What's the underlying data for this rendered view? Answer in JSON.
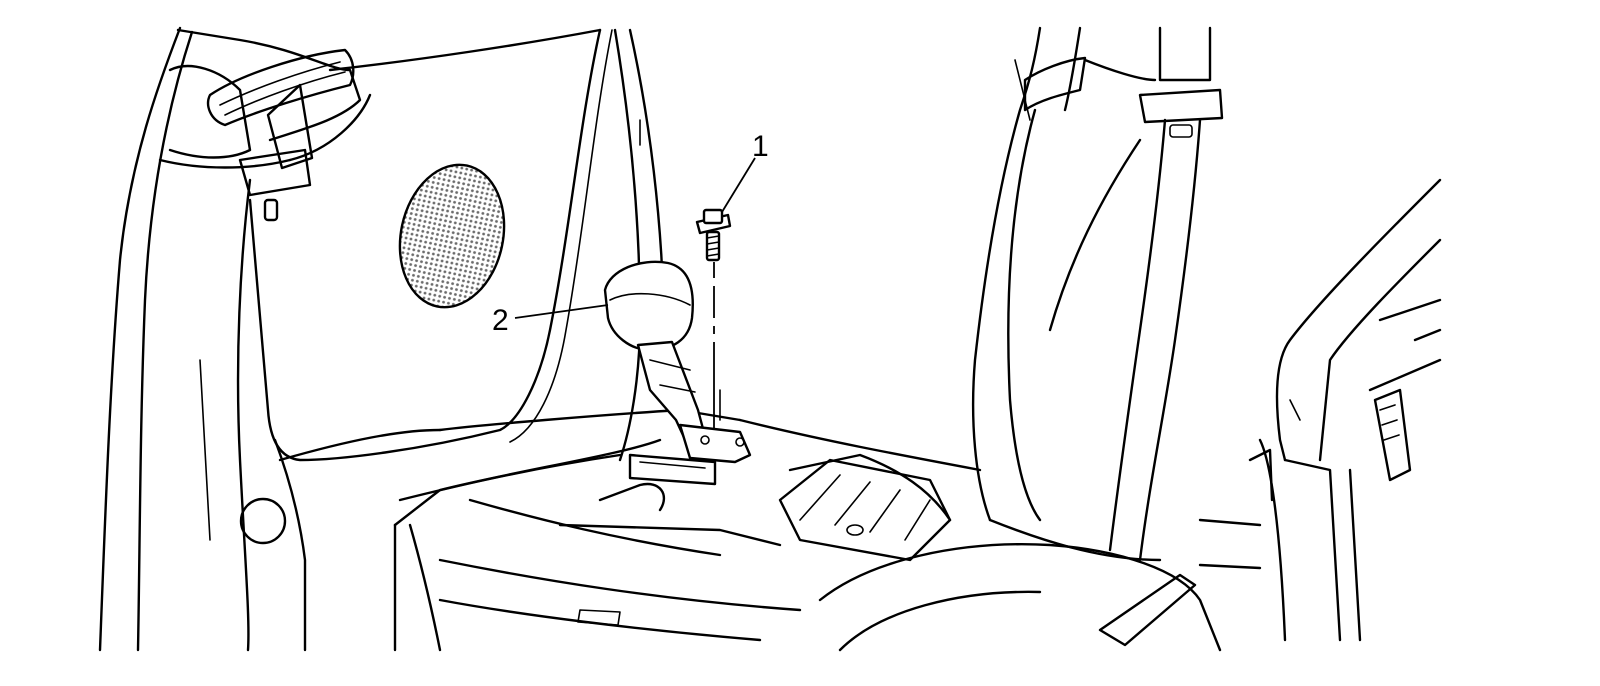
{
  "callouts": [
    {
      "id": "1",
      "label": "1",
      "target": "bolt"
    },
    {
      "id": "2",
      "label": "2",
      "target": "seat-belt-buckle"
    }
  ],
  "colors": {
    "line": "#000000",
    "background": "#ffffff",
    "speaker_mesh": "#6b6b6b"
  }
}
